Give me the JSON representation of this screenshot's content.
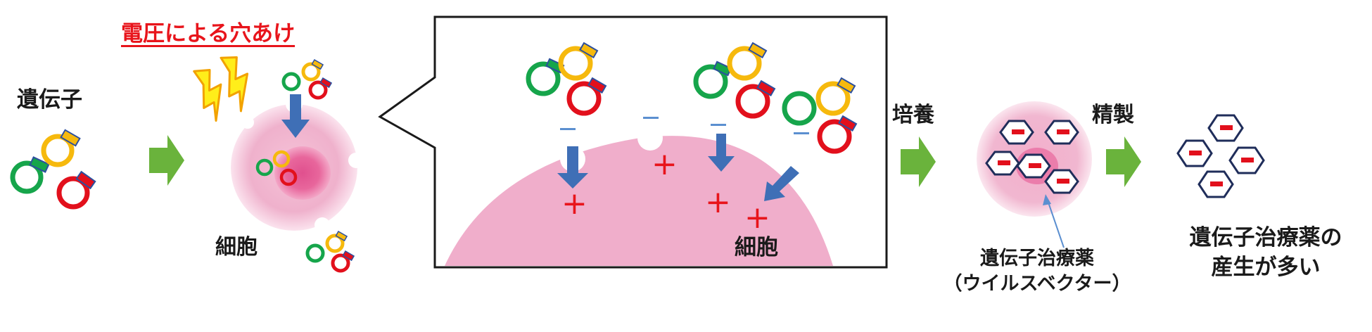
{
  "labels": {
    "gene": "遺伝子",
    "voltage": "電圧による穴あけ",
    "cell_left": "細胞",
    "cell_zoom": "細胞",
    "culture": "培養",
    "purify": "精製",
    "therapy_line1": "遺伝子治療薬",
    "therapy_line2": "（ウイルスベクター）",
    "result_line1": "遺伝子治療薬の",
    "result_line2": "産生が多い"
  },
  "symbols": {
    "plus": "+",
    "minus": "−"
  },
  "colors": {
    "arrow_green": "#6ab33c",
    "arrow_blue": "#3f6fb6",
    "plasmid_green": "#16a54b",
    "plasmid_yellow": "#f6b90d",
    "plasmid_red": "#e2101c",
    "insert_blue": "#2c4f9e",
    "cell_pink": "#efb1cc",
    "nucleus": "#e0508e",
    "plus_red": "#e8141b",
    "minus_blue": "#5b8fd0",
    "bolt_yellow": "#ffee1a"
  },
  "icons": [
    "plasmid-icon",
    "lightning-icon",
    "cell-icon",
    "virus-vector-icon",
    "arrow-icon"
  ]
}
